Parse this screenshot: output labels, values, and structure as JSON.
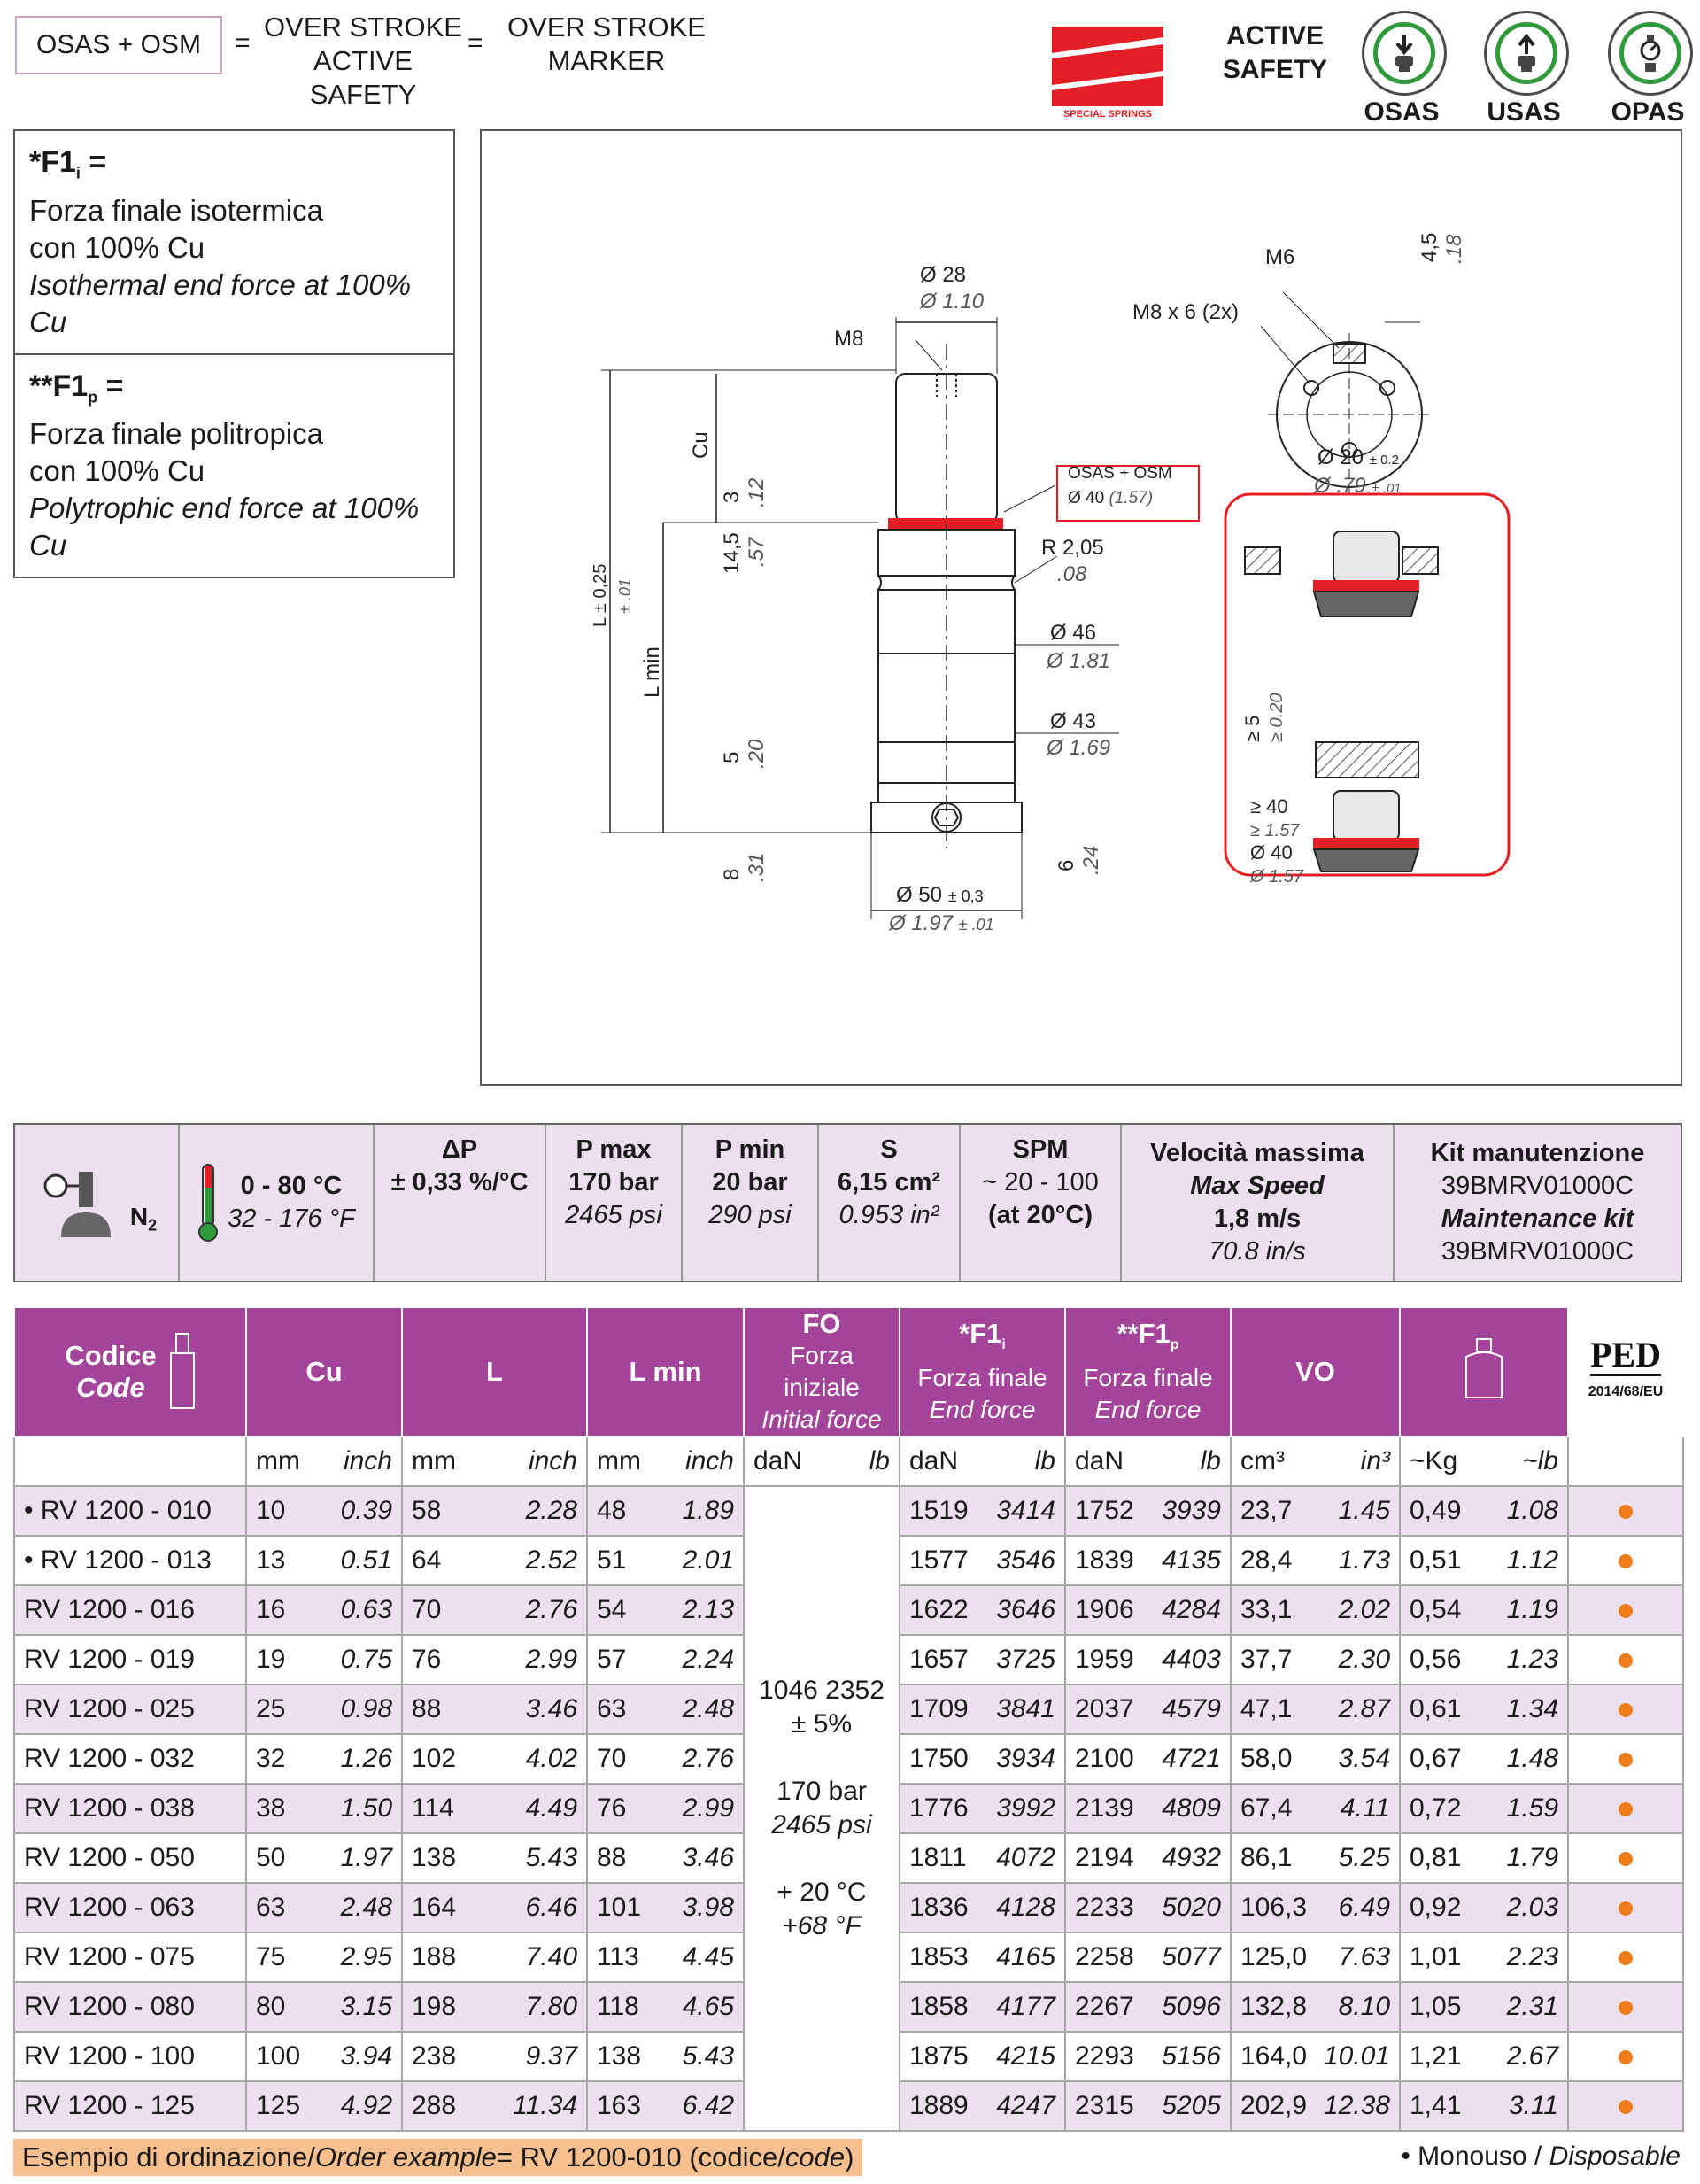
{
  "header": {
    "osas_box": "OSAS + OSM",
    "eq1": "=",
    "over_stroke_1": "OVER STROKE",
    "active_safety_text": "ACTIVE SAFETY",
    "eq2": "=",
    "over_stroke_2": "OVER STROKE",
    "marker": "MARKER",
    "brand_caption": "SPECIAL SPRINGS",
    "active_label": "ACTIVE",
    "safety_label": "SAFETY",
    "icons": [
      {
        "name": "osas-icon",
        "label": "OSAS"
      },
      {
        "name": "usas-icon",
        "label": "USAS"
      },
      {
        "name": "opas-icon",
        "label": "OPAS"
      }
    ],
    "brand_color": "#e31e24",
    "icon_ring_color": "#2e9a3c"
  },
  "notes": {
    "f1i_title": "*F1",
    "f1i_sub": "i",
    "f1i_eq": " =",
    "f1i_l1": "Forza finale isotermica",
    "f1i_l2": "con 100% Cu",
    "f1i_l3": "Isothermal end force at 100% Cu",
    "f1p_title": "**F1",
    "f1p_sub": "p",
    "f1p_eq": " =",
    "f1p_l1": "Forza finale politropica",
    "f1p_l2": "con 100% Cu",
    "f1p_l3": "Polytrophic end force at 100% Cu"
  },
  "drawing": {
    "d28": "Ø 28",
    "d28i": "Ø 1.10",
    "m8": "M8",
    "cu": "Cu",
    "l": "L ± 0,25",
    "li": "± .01",
    "lmin": "L min",
    "dim3": "3",
    "dim3i": ".12",
    "dim145": "14,5",
    "dim145i": ".57",
    "dim5": "5",
    "dim5i": ".20",
    "dim8": "8",
    "dim8i": ".31",
    "dim6": "6",
    "dim6i": ".24",
    "osas_tag": "OSAS + OSM",
    "osas_tag2": "Ø 40",
    "osas_tag2i": "(1.57)",
    "r205": "R 2,05",
    "r205i": ".08",
    "d46": "Ø 46",
    "d46i": "Ø 1.81",
    "d43": "Ø 43",
    "d43i": "Ø 1.69",
    "d50": "Ø 50",
    "d50t": "± 0,3",
    "d50i": "Ø 1.97",
    "d50it": "± .01",
    "m6": "M6",
    "m8x6": "M8 x 6 (2x)",
    "dim45": "4,5",
    "dim45i": ".18",
    "d20": "Ø 20",
    "d20t": "± 0.2",
    "d20i": "Ø .79",
    "d20it": "± .01",
    "ge5": "≥ 5",
    "ge5i": "≥ 0.20",
    "ge40": "≥ 40",
    "ge40i": "≥ 1.57",
    "d40": "Ø 40",
    "d40i": "Ø 1.57",
    "red_color": "#e31e24"
  },
  "spec": {
    "n2": "N",
    "n2sub": "2",
    "temp": "0 - 80 °C",
    "temp_i": "32 - 176 °F",
    "dp": "ΔP",
    "dp_v": "± 0,33 %/°C",
    "pmax": "P max",
    "pmax_v": "170 bar",
    "pmax_i": "2465 psi",
    "pmin": "P min",
    "pmin_v": "20 bar",
    "pmin_i": "290 psi",
    "s": "S",
    "s_v": "6,15 cm²",
    "s_i": "0.953 in²",
    "spm": "SPM",
    "spm_v": "~ 20 - 100",
    "spm_v2": "(at 20°C)",
    "vel": "Velocità massima",
    "vel_en": "Max Speed",
    "vel_v": "1,8 m/s",
    "vel_i": "70.8 in/s",
    "kit": "Kit manutenzione",
    "kit_v": "39BMRV01000C",
    "kit_en": "Maintenance kit",
    "kit_v2": "39BMRV01000C"
  },
  "table": {
    "h_codice": "Codice",
    "h_code": "Code",
    "h_cu": "Cu",
    "h_l": "L",
    "h_lmin": "L min",
    "h_fo": "FO",
    "h_fo_it": "Forza iniziale",
    "h_fo_en": "Initial force",
    "h_f1i": "*F1",
    "h_f1i_sub": "i",
    "h_f1i_it": "Forza finale",
    "h_f1i_en": "End force",
    "h_f1p": "**F1",
    "h_f1p_sub": "p",
    "h_f1p_it": "Forza finale",
    "h_f1p_en": "End force",
    "h_vo": "VO",
    "h_ped": "PED",
    "h_ped_sub": "2014/68/EU",
    "u_mm": "mm",
    "u_inch": "inch",
    "u_dan": "daN",
    "u_lb": "lb",
    "u_cm3": "cm³",
    "u_in3": "in³",
    "u_kg": "~Kg",
    "u_lb2": "~lb",
    "fo_l1": "1046 2352",
    "fo_l2": "± 5%",
    "fo_l3": "170 bar",
    "fo_l4": "2465 psi",
    "fo_l5": "+ 20 °C",
    "fo_l6": "+68 °F",
    "dot_color": "#ef7d1a",
    "rows": [
      {
        "code": "• RV 1200 - 010",
        "cu": "10",
        "cui": "0.39",
        "l": "58",
        "li": "2.28",
        "lm": "48",
        "lmi": "1.89",
        "f1i": "1519",
        "f1ii": "3414",
        "f1p": "1752",
        "f1pi": "3939",
        "vo": "23,7",
        "voi": "1.45",
        "kg": "0,49",
        "lb": "1.08"
      },
      {
        "code": "• RV 1200 - 013",
        "cu": "13",
        "cui": "0.51",
        "l": "64",
        "li": "2.52",
        "lm": "51",
        "lmi": "2.01",
        "f1i": "1577",
        "f1ii": "3546",
        "f1p": "1839",
        "f1pi": "4135",
        "vo": "28,4",
        "voi": "1.73",
        "kg": "0,51",
        "lb": "1.12"
      },
      {
        "code": "RV 1200 - 016",
        "cu": "16",
        "cui": "0.63",
        "l": "70",
        "li": "2.76",
        "lm": "54",
        "lmi": "2.13",
        "f1i": "1622",
        "f1ii": "3646",
        "f1p": "1906",
        "f1pi": "4284",
        "vo": "33,1",
        "voi": "2.02",
        "kg": "0,54",
        "lb": "1.19"
      },
      {
        "code": "RV 1200 - 019",
        "cu": "19",
        "cui": "0.75",
        "l": "76",
        "li": "2.99",
        "lm": "57",
        "lmi": "2.24",
        "f1i": "1657",
        "f1ii": "3725",
        "f1p": "1959",
        "f1pi": "4403",
        "vo": "37,7",
        "voi": "2.30",
        "kg": "0,56",
        "lb": "1.23"
      },
      {
        "code": "RV 1200 - 025",
        "cu": "25",
        "cui": "0.98",
        "l": "88",
        "li": "3.46",
        "lm": "63",
        "lmi": "2.48",
        "f1i": "1709",
        "f1ii": "3841",
        "f1p": "2037",
        "f1pi": "4579",
        "vo": "47,1",
        "voi": "2.87",
        "kg": "0,61",
        "lb": "1.34"
      },
      {
        "code": "RV 1200 - 032",
        "cu": "32",
        "cui": "1.26",
        "l": "102",
        "li": "4.02",
        "lm": "70",
        "lmi": "2.76",
        "f1i": "1750",
        "f1ii": "3934",
        "f1p": "2100",
        "f1pi": "4721",
        "vo": "58,0",
        "voi": "3.54",
        "kg": "0,67",
        "lb": "1.48"
      },
      {
        "code": "RV 1200 - 038",
        "cu": "38",
        "cui": "1.50",
        "l": "114",
        "li": "4.49",
        "lm": "76",
        "lmi": "2.99",
        "f1i": "1776",
        "f1ii": "3992",
        "f1p": "2139",
        "f1pi": "4809",
        "vo": "67,4",
        "voi": "4.11",
        "kg": "0,72",
        "lb": "1.59"
      },
      {
        "code": "RV 1200 - 050",
        "cu": "50",
        "cui": "1.97",
        "l": "138",
        "li": "5.43",
        "lm": "88",
        "lmi": "3.46",
        "f1i": "1811",
        "f1ii": "4072",
        "f1p": "2194",
        "f1pi": "4932",
        "vo": "86,1",
        "voi": "5.25",
        "kg": "0,81",
        "lb": "1.79"
      },
      {
        "code": "RV 1200 - 063",
        "cu": "63",
        "cui": "2.48",
        "l": "164",
        "li": "6.46",
        "lm": "101",
        "lmi": "3.98",
        "f1i": "1836",
        "f1ii": "4128",
        "f1p": "2233",
        "f1pi": "5020",
        "vo": "106,3",
        "voi": "6.49",
        "kg": "0,92",
        "lb": "2.03"
      },
      {
        "code": "RV 1200 - 075",
        "cu": "75",
        "cui": "2.95",
        "l": "188",
        "li": "7.40",
        "lm": "113",
        "lmi": "4.45",
        "f1i": "1853",
        "f1ii": "4165",
        "f1p": "2258",
        "f1pi": "5077",
        "vo": "125,0",
        "voi": "7.63",
        "kg": "1,01",
        "lb": "2.23"
      },
      {
        "code": "RV 1200 - 080",
        "cu": "80",
        "cui": "3.15",
        "l": "198",
        "li": "7.80",
        "lm": "118",
        "lmi": "4.65",
        "f1i": "1858",
        "f1ii": "4177",
        "f1p": "2267",
        "f1pi": "5096",
        "vo": "132,8",
        "voi": "8.10",
        "kg": "1,05",
        "lb": "2.31"
      },
      {
        "code": "RV 1200 - 100",
        "cu": "100",
        "cui": "3.94",
        "l": "238",
        "li": "9.37",
        "lm": "138",
        "lmi": "5.43",
        "f1i": "1875",
        "f1ii": "4215",
        "f1p": "2293",
        "f1pi": "5156",
        "vo": "164,0",
        "voi": "10.01",
        "kg": "1,21",
        "lb": "2.67"
      },
      {
        "code": "RV 1200 - 125",
        "cu": "125",
        "cui": "4.92",
        "l": "288",
        "li": "11.34",
        "lm": "163",
        "lmi": "6.42",
        "f1i": "1889",
        "f1ii": "4247",
        "f1p": "2315",
        "f1pi": "5205",
        "vo": "202,9",
        "voi": "12.38",
        "kg": "1,41",
        "lb": "3.11"
      }
    ]
  },
  "footer": {
    "ex_it": "Esempio di ordinazione/",
    "ex_en": "Order example",
    "ex_rest": " = RV 1200-010 (codice/",
    "ex_code": "code",
    "ex_end": ")",
    "disp_it": "• Monouso / ",
    "disp_en": "Disposable"
  }
}
